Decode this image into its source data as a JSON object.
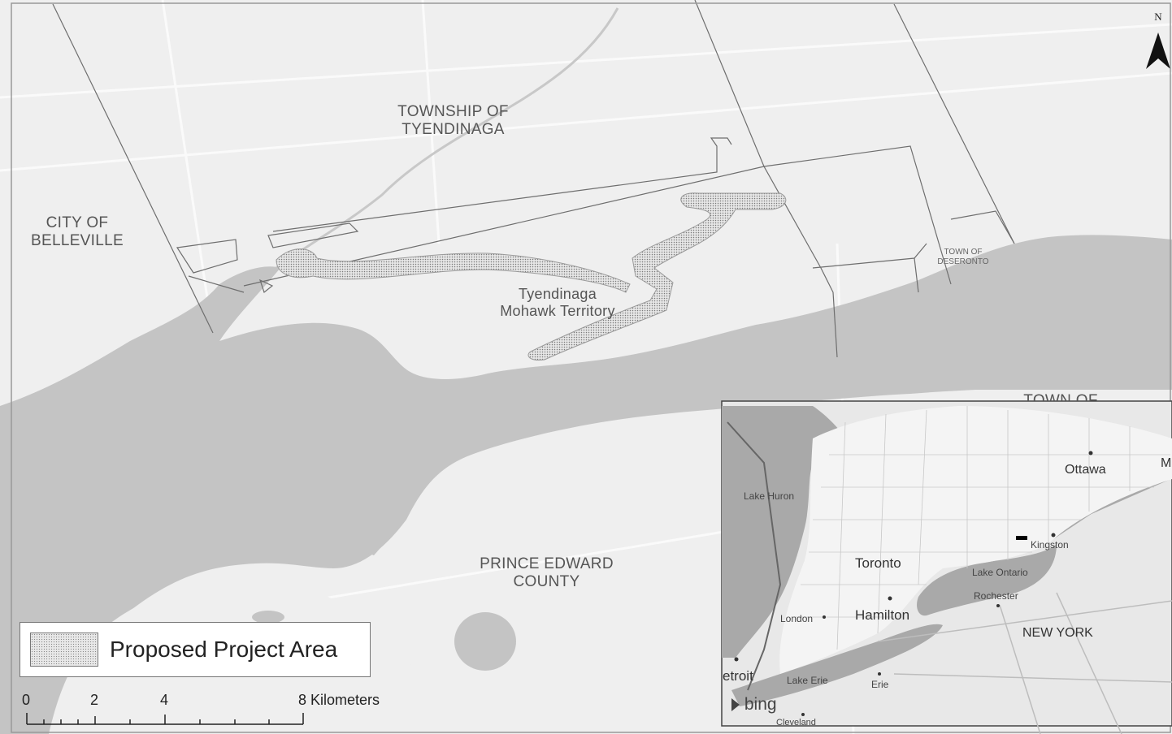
{
  "map": {
    "labels": {
      "township": "TOWNSHIP OF\nTYENDINAGA",
      "belleville": "CITY OF\nBELLEVILLE",
      "territory": "Tyendinaga\nMohawk Territory",
      "deseronto": "TOWN OF\nDESERONTO",
      "prince_edward": "PRINCE EDWARD\nCOUNTY",
      "town_of_partial": "TOWN OF"
    },
    "north_arrow": {
      "letter": "N",
      "icon": "north-arrow-icon"
    },
    "legend": {
      "label": "Proposed Project Area",
      "icon": "stipple-pattern-swatch"
    },
    "scale_bar": {
      "ticks": [
        "0",
        "2",
        "4",
        "8 Kilometers"
      ]
    },
    "inset": {
      "labels": {
        "lake_huron": "Lake Huron",
        "ottawa": "Ottawa",
        "m_partial": "M",
        "kingston": "Kingston",
        "toronto": "Toronto",
        "lake_ontario": "Lake Ontario",
        "rochester": "Rochester",
        "london": "London",
        "hamilton": "Hamilton",
        "new_york": "NEW YORK",
        "detroit": "etroit",
        "lake_erie": "Lake Erie",
        "erie": "Erie",
        "cleveland": "Cleveland",
        "bing": "bing"
      }
    },
    "colors": {
      "land": "#efefef",
      "water": "#c4c4c4",
      "boundary": "#6e6e6e",
      "project_area": "#bdbdbd"
    }
  }
}
